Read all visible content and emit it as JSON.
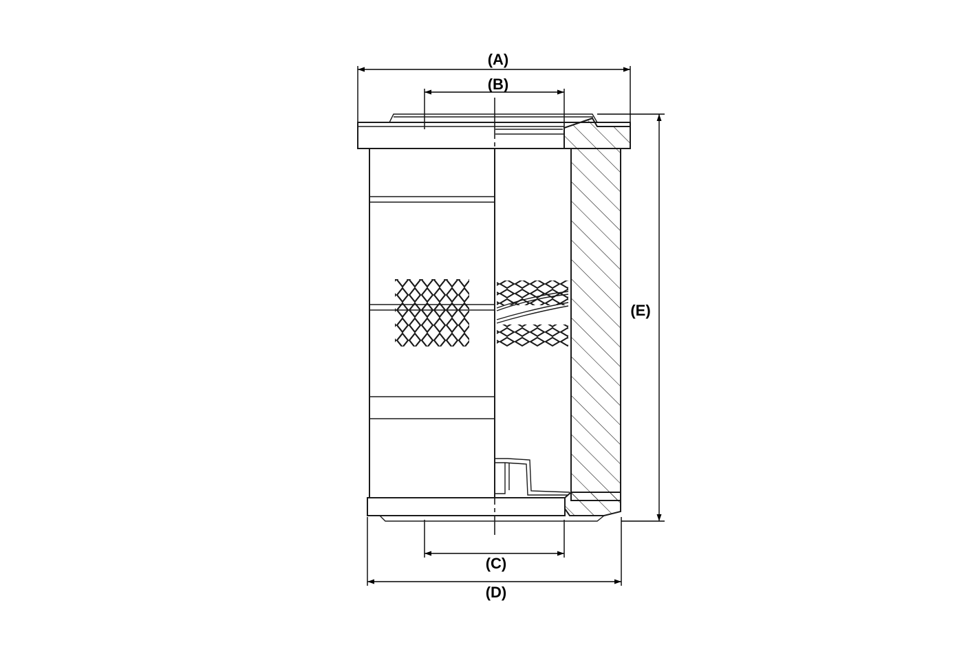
{
  "diagram": {
    "dimensions": {
      "a": "(A)",
      "b": "(B)",
      "c": "(C)",
      "d": "(D)",
      "e": "(E)"
    },
    "colors": {
      "line": "#1a1a1a",
      "background": "#ffffff"
    }
  }
}
